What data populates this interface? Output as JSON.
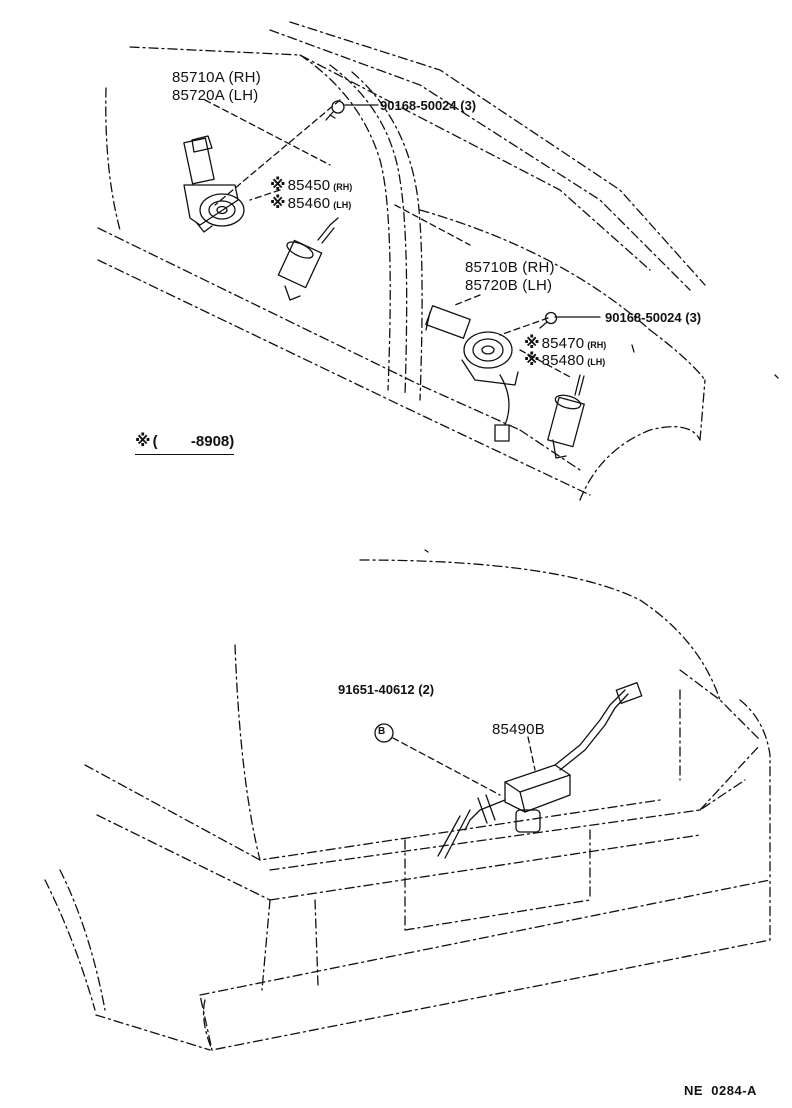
{
  "labels": {
    "motor_a_rh": "85710A (RH)",
    "motor_a_lh": "85720A (LH)",
    "screw_a": "90168-50024 (3)",
    "actuator_a_rh": "85450",
    "actuator_a_rh_side": "(RH)",
    "actuator_a_lh": "85460",
    "actuator_a_lh_side": "(LH)",
    "motor_b_rh": "85710B (RH)",
    "motor_b_lh": "85720B (LH)",
    "screw_b": "90168-50024 (3)",
    "actuator_b_rh": "85470",
    "actuator_b_rh_side": "(RH)",
    "actuator_b_lh": "85480",
    "actuator_b_lh_side": "(LH)",
    "footnote": "(        -8908)",
    "nut": "91651-40612 (2)",
    "nut_symbol": "B",
    "back_door_actuator": "85490B",
    "drawing_code": "NE  0284-A"
  },
  "symbols": {
    "reference_mark": "※"
  },
  "colors": {
    "ink": "#111111",
    "paper": "#ffffff"
  }
}
